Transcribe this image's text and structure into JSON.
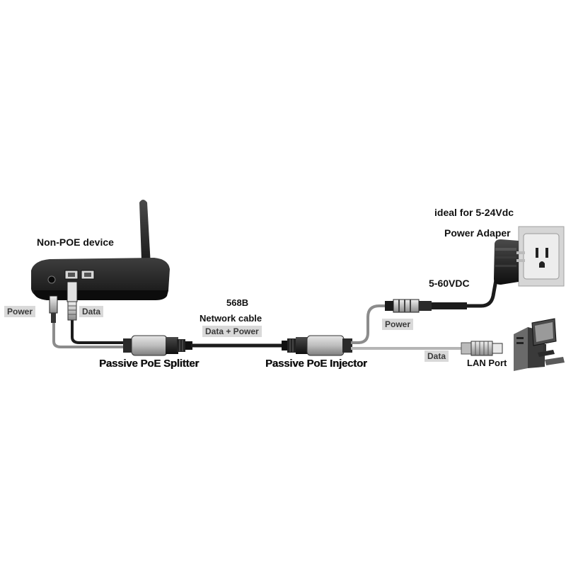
{
  "labels": {
    "device": "Non-POE device",
    "power_left": "Power",
    "data_left": "Data",
    "cable_line1": "568B",
    "cable_line2": "Network cable",
    "cable_line3": "Data + Power",
    "splitter": "Passive PoE Splitter",
    "injector": "Passive PoE Injector",
    "ideal": "ideal for 5-24Vdc",
    "adapter": "Power Adaper",
    "voltage": "5-60VDC",
    "power_right": "Power",
    "data_right": "Data",
    "lan_port": "LAN Port"
  },
  "colors": {
    "cable_dark": "#1c1c1c",
    "cable_gray": "#8c8c8c",
    "device_body": "#2a2a2a",
    "adapter_body": "#1e1e1e",
    "outlet_plate": "#d6d6d6"
  },
  "icons": {
    "router": "router-icon",
    "antenna": "antenna-icon",
    "splitter": "poe-splitter-icon",
    "injector": "poe-injector-icon",
    "adapter": "power-adapter-icon",
    "outlet": "wall-outlet-icon",
    "computer": "computer-icon",
    "rj45": "rj45-plug-icon",
    "dc_plug": "dc-plug-icon"
  }
}
